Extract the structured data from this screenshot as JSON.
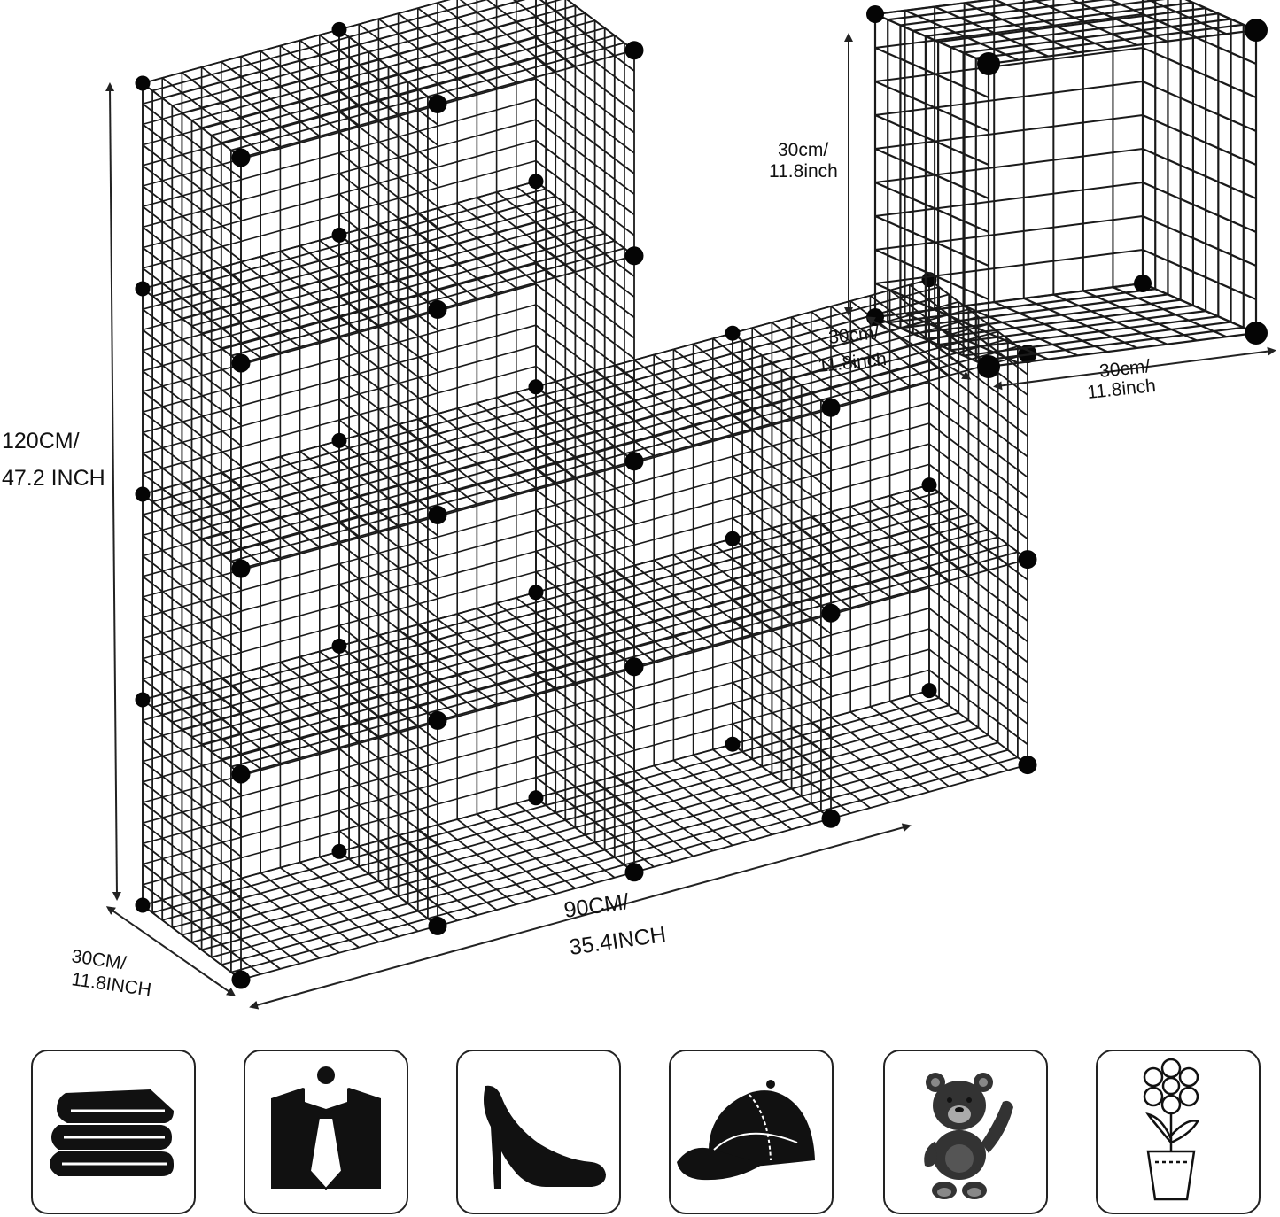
{
  "dimensions": {
    "height_line1": "120CM/",
    "height_line2": "47.2 INCH",
    "width_line1": "90CM/",
    "width_line2": "35.4INCH",
    "depth_line1": "30CM/",
    "depth_line2": "11.8INCH"
  },
  "single_cube": {
    "height_line1": "30cm/",
    "height_line2": "11.8inch",
    "depth_line1": "30cm/",
    "depth_line2": "11.8inch",
    "width_line1": "30cm/",
    "width_line2": "11.8inch"
  },
  "use_icons": [
    "books-icon",
    "shirt-tie-icon",
    "high-heel-icon",
    "cap-icon",
    "teddy-bear-icon",
    "flower-pot-icon"
  ],
  "colors": {
    "wire": "#1a1a1a",
    "connector": "#050505",
    "icon_border": "#222222"
  }
}
